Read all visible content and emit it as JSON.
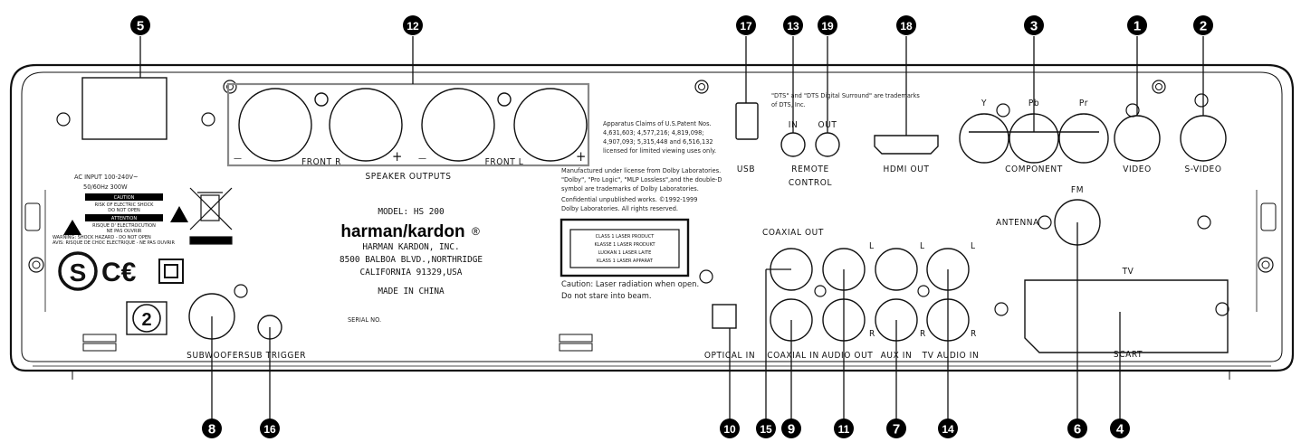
{
  "callouts": [
    {
      "id": "1",
      "label": "1"
    },
    {
      "id": "2",
      "label": "2"
    },
    {
      "id": "3",
      "label": "3"
    },
    {
      "id": "4",
      "label": "4"
    },
    {
      "id": "5",
      "label": "5"
    },
    {
      "id": "6",
      "label": "6"
    },
    {
      "id": "7",
      "label": "7"
    },
    {
      "id": "8",
      "label": "8"
    },
    {
      "id": "9",
      "label": "9"
    },
    {
      "id": "10",
      "label": "10"
    },
    {
      "id": "11",
      "label": "11"
    },
    {
      "id": "12",
      "label": "12"
    },
    {
      "id": "13",
      "label": "13"
    },
    {
      "id": "14",
      "label": "14"
    },
    {
      "id": "15",
      "label": "15"
    },
    {
      "id": "16",
      "label": "16"
    },
    {
      "id": "17",
      "label": "17"
    },
    {
      "id": "18",
      "label": "18"
    },
    {
      "id": "19",
      "label": "19"
    }
  ],
  "labels": {
    "ac_input": "AC  INPUT 100-240V~",
    "ac_rating": "50/60Hz 300W",
    "caution_title": "CAUTION",
    "caution_line1": "RISK OF ELECTRIC SHOCK",
    "caution_line2": "DO NOT OPEN",
    "attention_title": "ATTENTION",
    "attention_line1": "RISQUE D' ELECTROCUTION",
    "attention_line2": "NE PAS OUVRIR",
    "warning_line1": "WARNING: SHOCK HAZARD - DO NOT OPEN",
    "warning_line2": "AVIS: RISQUE DE CHOC ELECTRIQUE - NE PAS OUVRIR",
    "front_r": "FRONT R",
    "front_l": "FRONT L",
    "speaker_outputs": "SPEAKER OUTPUTS",
    "model": "MODEL: HS 200",
    "brand": "harman/kardon",
    "brand_reg": "®",
    "company": "HARMAN KARDON, INC.",
    "address1": "8500 BALBOA BLVD.,NORTHRIDGE",
    "address2": "CALIFORNIA 91329,USA",
    "made_in": "MADE IN CHINA",
    "serial": "SERIAL NO.",
    "subwoofer": "SUBWOOFER",
    "sub_trigger": "SUB TRIGGER",
    "usb": "USB",
    "remote_in": "IN",
    "remote_out": "OUT",
    "remote_control1": "REMOTE",
    "remote_control2": "CONTROL",
    "hdmi_out": "HDMI OUT",
    "y": "Y",
    "pb": "Pb",
    "pr": "Pr",
    "component": "COMPONENT",
    "video": "VIDEO",
    "s_video": "S-VIDEO",
    "fm": "FM",
    "antenna": "ANTENNA",
    "tv": "TV",
    "scart": "SCART",
    "coaxial_out": "COAXIAL OUT",
    "optical_in": "OPTICAL IN",
    "coaxial_in": "COAXIAL IN",
    "audio_out": "AUDIO OUT",
    "aux_in": "AUX IN",
    "tv_audio_in": "TV AUDIO IN",
    "l": "L",
    "r": "R",
    "plus": "+",
    "minus": "—",
    "dts_note1": "\"DTS\" and \"DTS Digital Surround\" are trademarks",
    "dts_note2": "of DTS, Inc.",
    "patent1": "Apparatus Claims of U.S.Patent Nos.",
    "patent2": "4,631,603; 4,577,216; 4,819,098;",
    "patent3": "4,907,093; 5,315,448 and 6,516,132",
    "patent4": "licensed for limited viewing uses only.",
    "dolby1": "Manufactured under license from Dolby Laboratories.",
    "dolby2": "\"Dolby\", \"Pro Logic\", \"MLP Lossless\",and the double-D",
    "dolby3": "symbol are trademarks of Dolby Laboratories.",
    "dolby4": "Confidential unpublished works. ©1992-1999",
    "dolby5": "Dolby Laboratories. All rights reserved.",
    "laser1": "CLASS 1 LASER PRODUCT",
    "laser2": "KLASSE 1 LASER PRODUKT",
    "laser3": "LUOKAN 1 LASER LAITE",
    "laser4": "KLASS 1 LASER APPARAT",
    "laser_caution1": "Caution: Laser radiation when open.",
    "laser_caution2": "Do not stare into beam.",
    "dvd_region": "2"
  }
}
